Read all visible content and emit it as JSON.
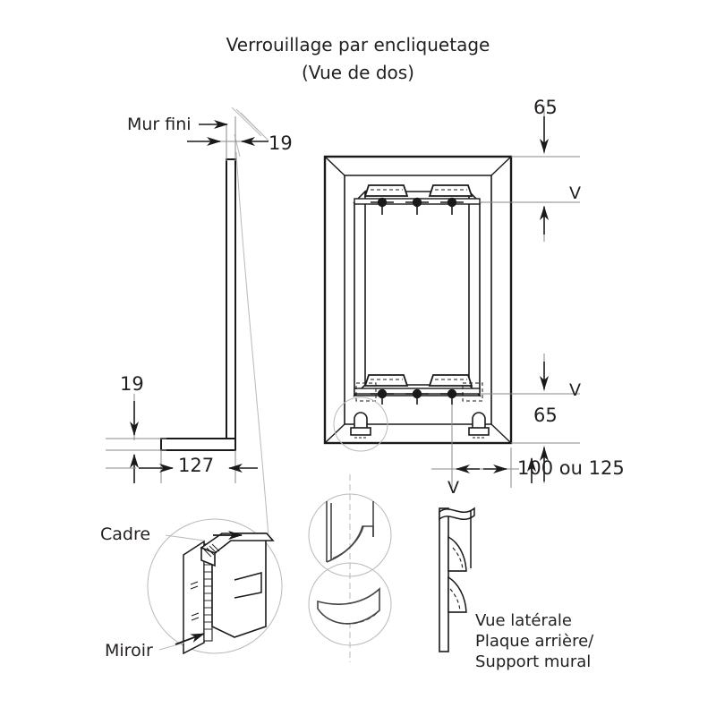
{
  "diagram": {
    "title_line1": "Verrouillage par encliquetage",
    "title_line2": "(Vue de dos)",
    "labels": {
      "wall": "Mur fini",
      "frame": "Cadre",
      "mirror": "Miroir",
      "side_view_line1": "Vue latérale",
      "side_view_line2": "Plaque arrière/",
      "side_view_line3": "Support mural"
    },
    "dimensions": {
      "wall_thickness": "19",
      "depth_vertical": "19",
      "depth_horizontal": "127",
      "top_offset": "65",
      "bottom_offset": "65",
      "bracket_spacing": "100 ou 125"
    },
    "markers": {
      "v_top": "V",
      "v_bottom": "V",
      "v_center": "V"
    },
    "colors": {
      "ink": "#231f20",
      "line": "#1a1a1a",
      "thin": "#8a8a8a",
      "construction": "#b9b9b9",
      "fill": "#ffffff",
      "shade": "#e8e8e8"
    }
  }
}
